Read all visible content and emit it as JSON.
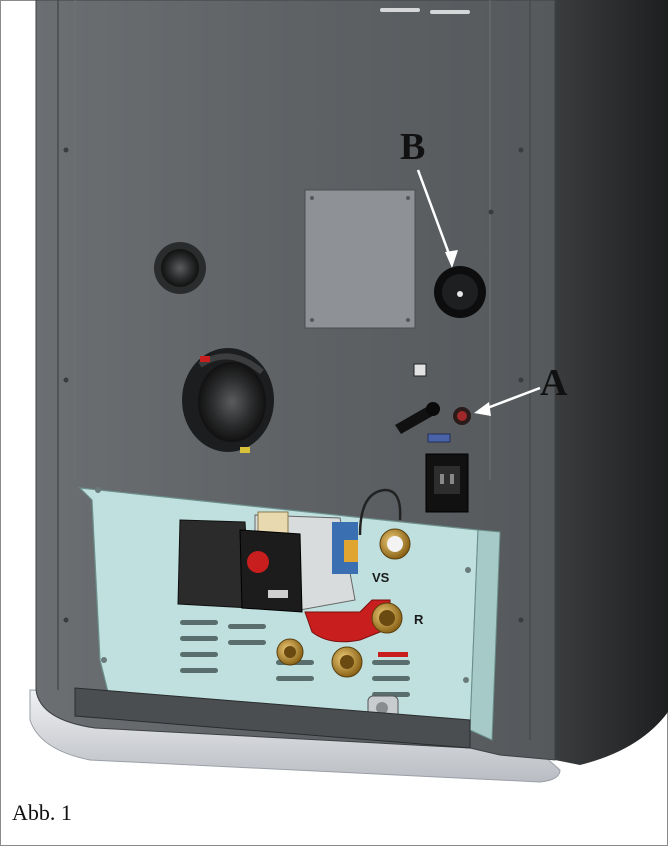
{
  "figure": {
    "caption": "Abb. 1",
    "callouts": [
      {
        "id": "A",
        "label": "A"
      },
      {
        "id": "B",
        "label": "B"
      }
    ],
    "connector_labels": [
      {
        "id": "vs",
        "label": "VS"
      },
      {
        "id": "r",
        "label": "R"
      }
    ]
  },
  "colors": {
    "cabinet_front": "#5f6366",
    "cabinet_side": "#2f3133",
    "service_panel": "#bfe0de",
    "pump": "#2f2f2f",
    "red_pipe": "#c81e1e",
    "brass": "#b8892a",
    "indicator_red": "#a0282a"
  }
}
